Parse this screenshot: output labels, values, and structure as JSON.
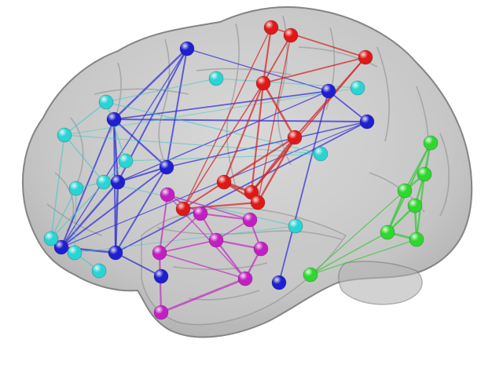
{
  "figure": {
    "subject": "brain-network-connectivity",
    "background_color": "#ffffff",
    "brain_fill": "#bdbdbd",
    "brain_outline": "#6f6f6f"
  },
  "modules": [
    {
      "id": "blue",
      "color": "#1f1fd0",
      "edge_color": "#2b2bd6"
    },
    {
      "id": "cyan",
      "color": "#29d4d4",
      "edge_color": "#3cc8c8"
    },
    {
      "id": "red",
      "color": "#e01818",
      "edge_color": "#d42020"
    },
    {
      "id": "magenta",
      "color": "#c21fc2",
      "edge_color": "#c02ac0"
    },
    {
      "id": "green",
      "color": "#2ed82e",
      "edge_color": "#3ac83a"
    }
  ]
}
